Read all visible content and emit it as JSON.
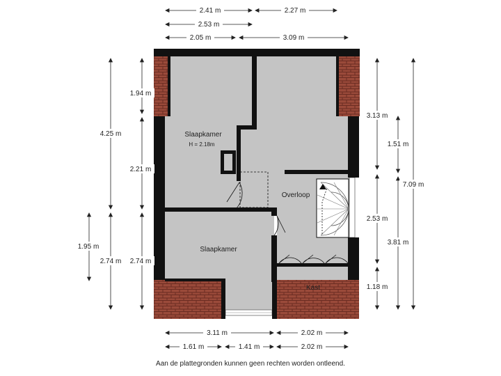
{
  "colors": {
    "floor": "#c4c4c4",
    "wall": "#111111",
    "roof": "#9a4a3a",
    "roof_line": "#6a2c22",
    "dimension": "#222222"
  },
  "rooms": {
    "bedroom_top": {
      "label": "Slaapkamer",
      "height": "H = 2.18m"
    },
    "bedroom_bottom": {
      "label": "Slaapkamer"
    },
    "landing": {
      "label": "Overloop"
    },
    "closet": {
      "label": "Kast"
    }
  },
  "dimensions": {
    "top": [
      "2.41 m",
      "2.27 m",
      "2.53 m",
      "2.05 m",
      "3.09 m"
    ],
    "bottom": [
      "3.11 m",
      "2.02 m",
      "1.61 m",
      "1.41 m",
      "2.02 m"
    ],
    "left": [
      "4.25 m",
      "1.94 m",
      "2.21 m",
      "1.95 m",
      "2.74 m",
      "2.74 m"
    ],
    "right": [
      "3.13 m",
      "1.51 m",
      "7.09 m",
      "2.53 m",
      "3.81 m",
      "1.18 m"
    ]
  },
  "footer": "Aan de plattegronden kunnen geen rechten worden ontleend."
}
